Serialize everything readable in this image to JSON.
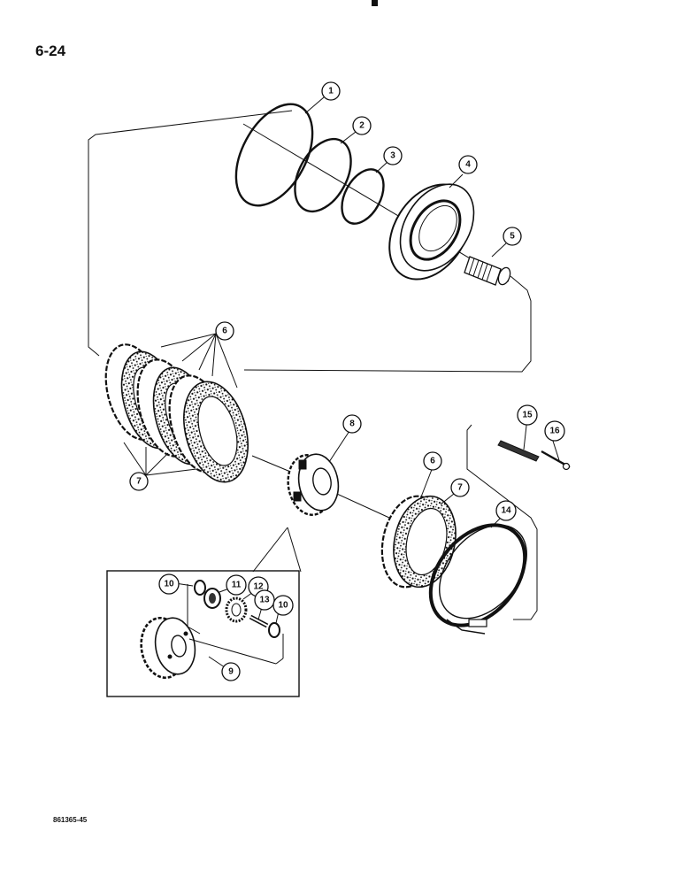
{
  "page": {
    "number": "6-24",
    "figure_code": "861365-45"
  },
  "callouts": [
    {
      "id": "c1",
      "label": "1"
    },
    {
      "id": "c2",
      "label": "2"
    },
    {
      "id": "c3",
      "label": "3"
    },
    {
      "id": "c4",
      "label": "4"
    },
    {
      "id": "c5",
      "label": "5"
    },
    {
      "id": "c6a",
      "label": "6"
    },
    {
      "id": "c7a",
      "label": "7"
    },
    {
      "id": "c8",
      "label": "8"
    },
    {
      "id": "c6b",
      "label": "6"
    },
    {
      "id": "c7b",
      "label": "7"
    },
    {
      "id": "c14",
      "label": "14"
    },
    {
      "id": "c15",
      "label": "15"
    },
    {
      "id": "c16",
      "label": "16"
    },
    {
      "id": "c10a",
      "label": "10"
    },
    {
      "id": "c11",
      "label": "11"
    },
    {
      "id": "c12",
      "label": "12"
    },
    {
      "id": "c13",
      "label": "13"
    },
    {
      "id": "c10b",
      "label": "10"
    },
    {
      "id": "c9",
      "label": "9"
    }
  ]
}
